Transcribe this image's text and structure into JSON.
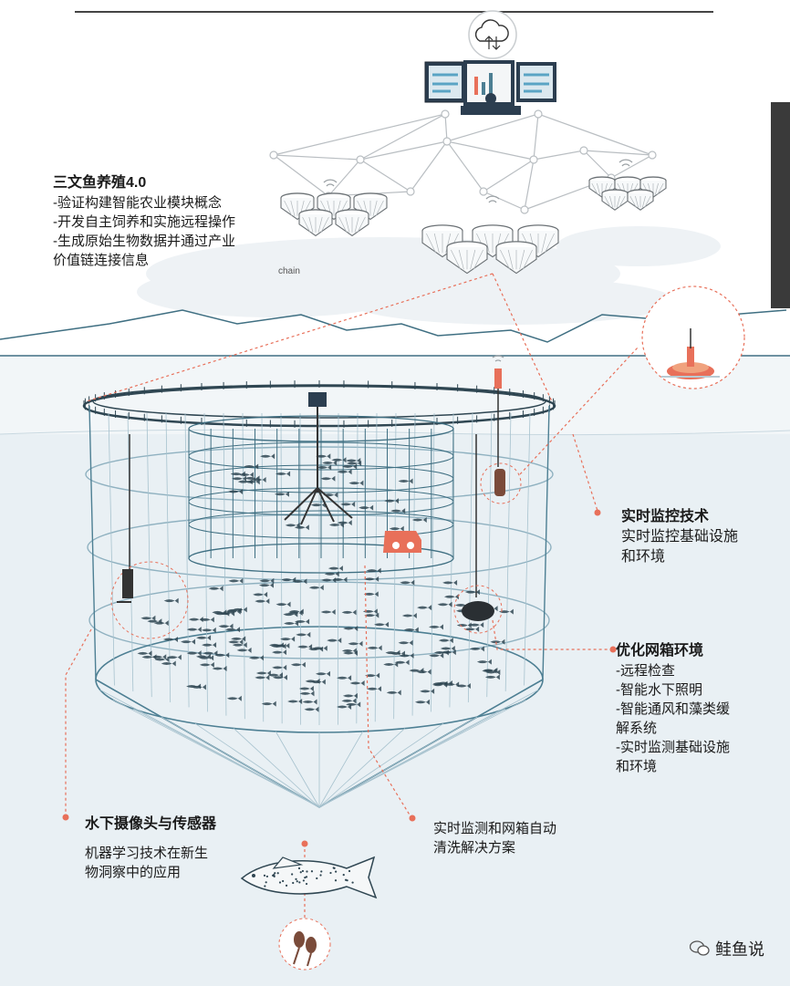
{
  "cloud_label": "chain",
  "labels": {
    "fish40": {
      "title": "三文鱼养殖4.0",
      "lines": [
        "-验证构建智能农业模块概念",
        "-开发自主饲养和实施远程操作",
        "-生成原始生物数据并通过产业",
        "价值链连接信息"
      ]
    },
    "monitoring": {
      "title": "实时监控技术",
      "lines": [
        "实时监控基础设施",
        "和环境"
      ]
    },
    "optimize": {
      "title": "优化网箱环境",
      "lines": [
        "-远程检查",
        "-智能水下照明",
        "-智能通风和藻类缓",
        "解系统",
        "-实时监测基础设施",
        "和环境"
      ]
    },
    "camera": {
      "title": "水下摄像头与传感器",
      "lines": [
        "机器学习技术在新生",
        "物洞察中的应用"
      ]
    },
    "cleaning": {
      "lines": [
        "实时监测和网箱自动",
        "清洗解决方案"
      ]
    }
  },
  "watermark": "鲑鱼说",
  "colors": {
    "accent": "#e8705a",
    "line": "#4d7f93",
    "water": "#e7eef2",
    "net": "#8fb1c0"
  },
  "icons": [
    "cloud-sync-icon",
    "wifi-icon",
    "wechat-icon"
  ]
}
